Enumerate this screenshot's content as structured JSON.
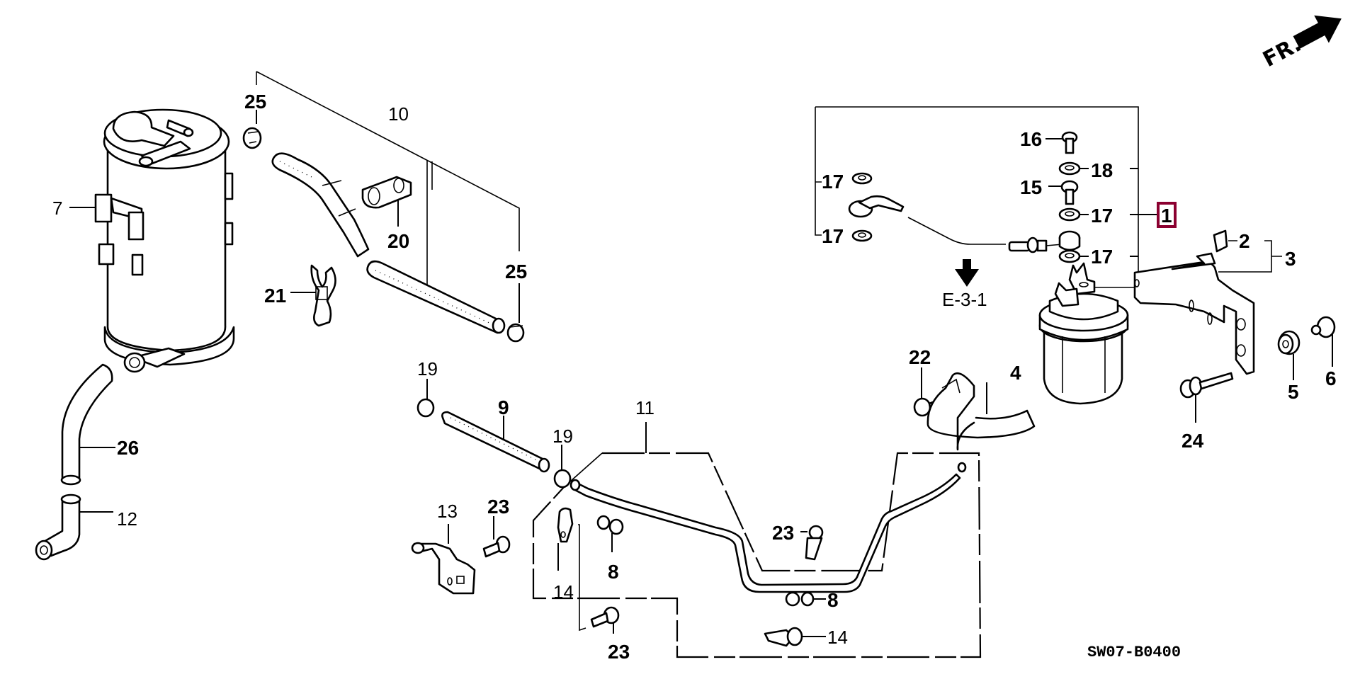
{
  "diagram": {
    "title_code": "SW07-B0400",
    "direction_indicator": "FR.",
    "reference": "E-3-1",
    "highlighted_part": "1",
    "highlight_color": "#8b0030",
    "callouts": [
      {
        "id": "c25a",
        "text": "25"
      },
      {
        "id": "c10",
        "text": "10"
      },
      {
        "id": "c7",
        "text": "7"
      },
      {
        "id": "c20",
        "text": "20"
      },
      {
        "id": "c25b",
        "text": "25"
      },
      {
        "id": "c21",
        "text": "21"
      },
      {
        "id": "c16",
        "text": "16"
      },
      {
        "id": "c18",
        "text": "18"
      },
      {
        "id": "c15",
        "text": "15"
      },
      {
        "id": "c17a",
        "text": "17"
      },
      {
        "id": "c17b",
        "text": "17"
      },
      {
        "id": "c17c",
        "text": "17"
      },
      {
        "id": "c17d",
        "text": "17"
      },
      {
        "id": "c2",
        "text": "2"
      },
      {
        "id": "c3",
        "text": "3"
      },
      {
        "id": "c22",
        "text": "22"
      },
      {
        "id": "c4",
        "text": "4"
      },
      {
        "id": "c5",
        "text": "5"
      },
      {
        "id": "c6",
        "text": "6"
      },
      {
        "id": "c24",
        "text": "24"
      },
      {
        "id": "c26",
        "text": "26"
      },
      {
        "id": "c12",
        "text": "12"
      },
      {
        "id": "c19a",
        "text": "19"
      },
      {
        "id": "c9",
        "text": "9"
      },
      {
        "id": "c19b",
        "text": "19"
      },
      {
        "id": "c11",
        "text": "11"
      },
      {
        "id": "c13",
        "text": "13"
      },
      {
        "id": "c23a",
        "text": "23"
      },
      {
        "id": "c14a",
        "text": "14"
      },
      {
        "id": "c8a",
        "text": "8"
      },
      {
        "id": "c23b",
        "text": "23"
      },
      {
        "id": "c8b",
        "text": "8"
      },
      {
        "id": "c14b",
        "text": "14"
      },
      {
        "id": "c23c",
        "text": "23"
      }
    ]
  }
}
